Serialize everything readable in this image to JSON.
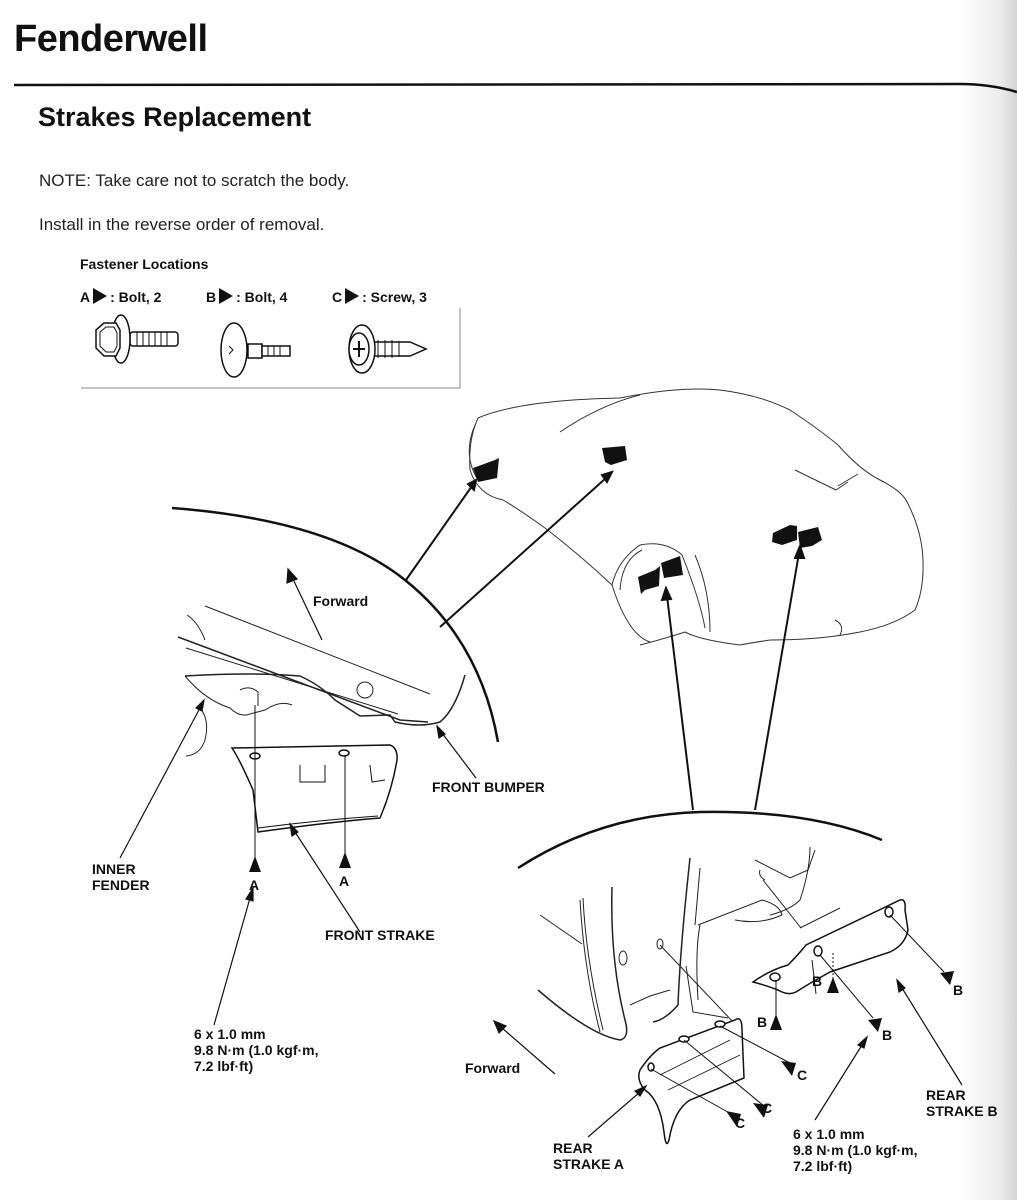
{
  "page": {
    "title": "Fenderwell",
    "section_title": "Strakes Replacement",
    "note": "NOTE: Take care not to scratch the body.",
    "instruction": "Install in the reverse order of removal."
  },
  "fastener_locations": {
    "title": "Fastener Locations",
    "items": [
      {
        "letter": "A",
        "description": ": Bolt, 2",
        "icon": "hex-flange-bolt-icon"
      },
      {
        "letter": "B",
        "description": ": Bolt, 4",
        "icon": "flat-head-bolt-icon"
      },
      {
        "letter": "C",
        "description": ": Screw, 3",
        "icon": "phillips-screw-icon"
      }
    ]
  },
  "diagram": {
    "front_detail": {
      "forward_label": "Forward",
      "inner_fender_label": [
        "INNER",
        "FENDER"
      ],
      "front_bumper_label": "FRONT BUMPER",
      "front_strake_label": "FRONT STRAKE",
      "fastener_letters": [
        "A",
        "A"
      ],
      "torque_spec": [
        "6 x 1.0 mm",
        "9.8 N·m (1.0 kgf·m,",
        "7.2 lbf·ft)"
      ]
    },
    "rear_detail": {
      "forward_label": "Forward",
      "rear_strake_a_label": [
        "REAR",
        "STRAKE A"
      ],
      "rear_strake_b_label": [
        "REAR",
        "STRAKE B"
      ],
      "fastener_letters_b": [
        "B",
        "B",
        "B",
        "B"
      ],
      "fastener_letters_c": [
        "C",
        "C",
        "C"
      ],
      "torque_spec": [
        "6 x 1.0 mm",
        "9.8 N·m (1.0 kgf·m,",
        "7.2 lbf·ft)"
      ]
    }
  }
}
